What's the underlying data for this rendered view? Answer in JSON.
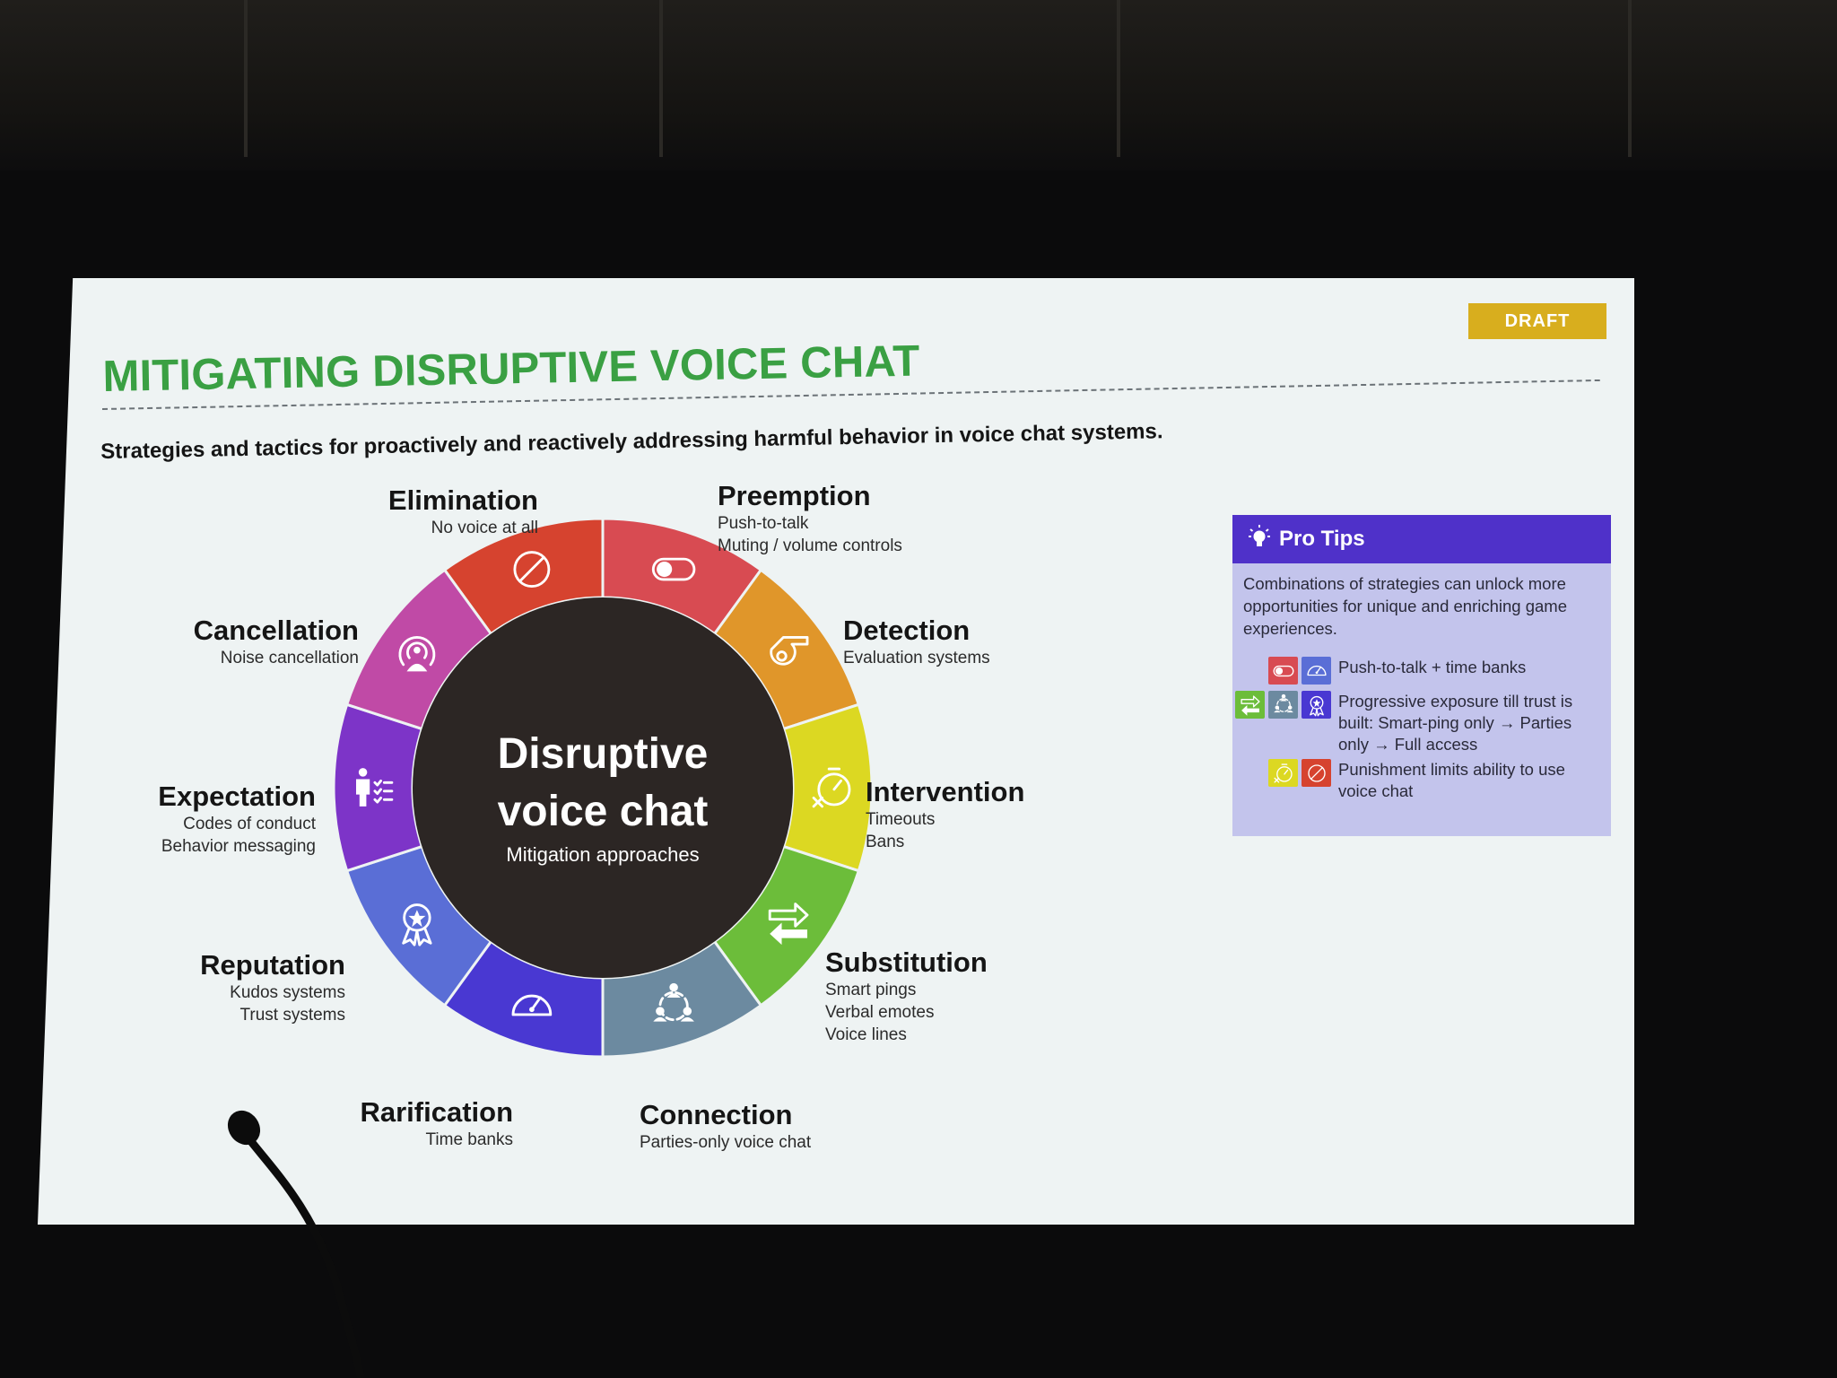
{
  "slide": {
    "title": "MITIGATING DISRUPTIVE VOICE CHAT",
    "subtitle": "Strategies and tactics for proactively and reactively addressing harmful behavior in voice chat systems.",
    "badge": "DRAFT"
  },
  "wheel": {
    "center_title_line1": "Disruptive",
    "center_title_line2": "voice chat",
    "center_subtitle": "Mitigation approaches",
    "segments": [
      {
        "name": "Elimination",
        "icon": "prohibited-icon",
        "color": "#d6432f",
        "details": [
          "No voice at all"
        ]
      },
      {
        "name": "Preemption",
        "icon": "toggle-switch-icon",
        "color": "#d84b52",
        "details": [
          "Push-to-talk",
          "Muting / volume controls"
        ]
      },
      {
        "name": "Detection",
        "icon": "whistle-icon",
        "color": "#e0962a",
        "details": [
          "Evaluation systems"
        ]
      },
      {
        "name": "Intervention",
        "icon": "stopwatch-icon",
        "color": "#dcd822",
        "details": [
          "Timeouts",
          "Bans"
        ]
      },
      {
        "name": "Substitution",
        "icon": "swap-arrows-icon",
        "color": "#6cbd3a",
        "details": [
          "Smart pings",
          "Verbal emotes",
          "Voice lines"
        ]
      },
      {
        "name": "Connection",
        "icon": "group-network-icon",
        "color": "#6c8aa0",
        "details": [
          "Parties-only voice chat"
        ]
      },
      {
        "name": "Rarification",
        "icon": "speedometer-icon",
        "color": "#4938d2",
        "details": [
          "Time banks"
        ]
      },
      {
        "name": "Reputation",
        "icon": "award-ribbon-icon",
        "color": "#5a6ed6",
        "details": [
          "Kudos systems",
          "Trust systems"
        ]
      },
      {
        "name": "Expectation",
        "icon": "person-checklist-icon",
        "color": "#7d34c8",
        "details": [
          "Codes of conduct",
          "Behavior messaging"
        ]
      },
      {
        "name": "Cancellation",
        "icon": "person-sound-icon",
        "color": "#c04aa6",
        "details": [
          "Noise cancellation"
        ]
      }
    ]
  },
  "pro_tips": {
    "header": "Pro Tips",
    "intro": "Combinations of strategies can unlock more opportunities for unique and enriching game experiences.",
    "tips": [
      {
        "icons": [
          {
            "name": "toggle-switch-icon",
            "color": "#d84b52"
          },
          {
            "name": "speedometer-icon",
            "color": "#5a6ed6"
          }
        ],
        "text": "Push-to-talk + time banks"
      },
      {
        "icons": [
          {
            "name": "swap-arrows-icon",
            "color": "#6cbd3a"
          },
          {
            "name": "group-network-icon",
            "color": "#6c8aa0"
          },
          {
            "name": "award-ribbon-icon",
            "color": "#4938d2"
          }
        ],
        "text": "Progressive exposure till trust is built: Smart-ping only → Parties only → Full access"
      },
      {
        "icons": [
          {
            "name": "stopwatch-icon",
            "color": "#dcd822"
          },
          {
            "name": "prohibited-icon",
            "color": "#d6432f"
          }
        ],
        "text": "Punishment limits ability to use voice chat"
      }
    ]
  }
}
